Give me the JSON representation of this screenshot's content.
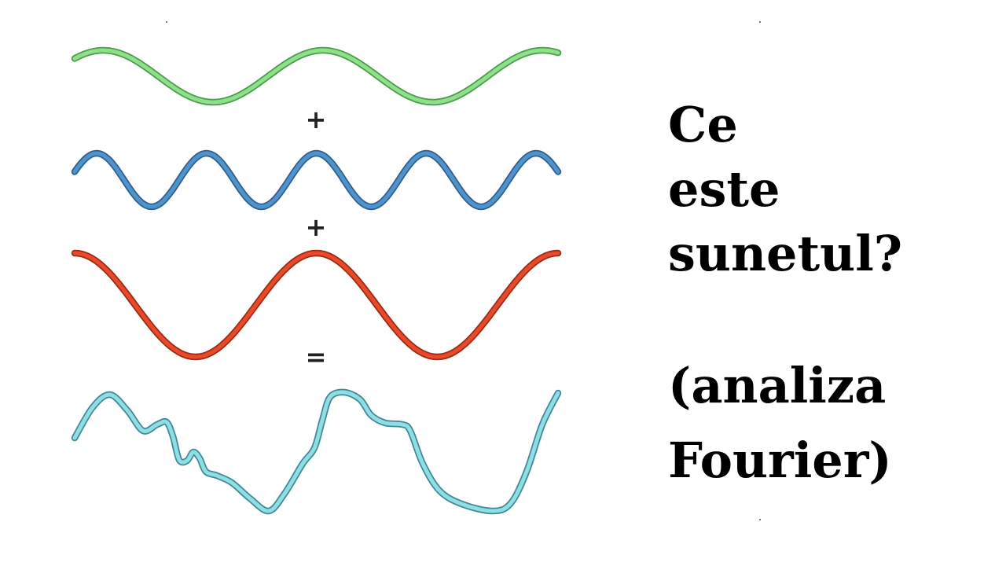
{
  "operators": {
    "plus_1": "+",
    "plus_2": "+",
    "equals": "="
  },
  "title": {
    "line1": "Ce",
    "line2": "este",
    "line3": "sunetul?"
  },
  "subtitle": {
    "line1": "(analiza",
    "line2": "Fourier)"
  },
  "waves": [
    {
      "name": "green",
      "color": "#8ee08a",
      "outline": "#4a9c4a",
      "periods": 2.2,
      "phase": 0.35
    },
    {
      "name": "blue",
      "color": "#4f93cc",
      "outline": "#2f5f8f",
      "periods": 4.4,
      "phase": 0.25
    },
    {
      "name": "red",
      "color": "#e8492a",
      "outline": "#9c2a12",
      "periods": 2.0,
      "phase": 0.0
    },
    {
      "name": "cyan",
      "color": "#8fdde5",
      "outline": "#3f8a95",
      "periods": null,
      "phase": null
    }
  ]
}
